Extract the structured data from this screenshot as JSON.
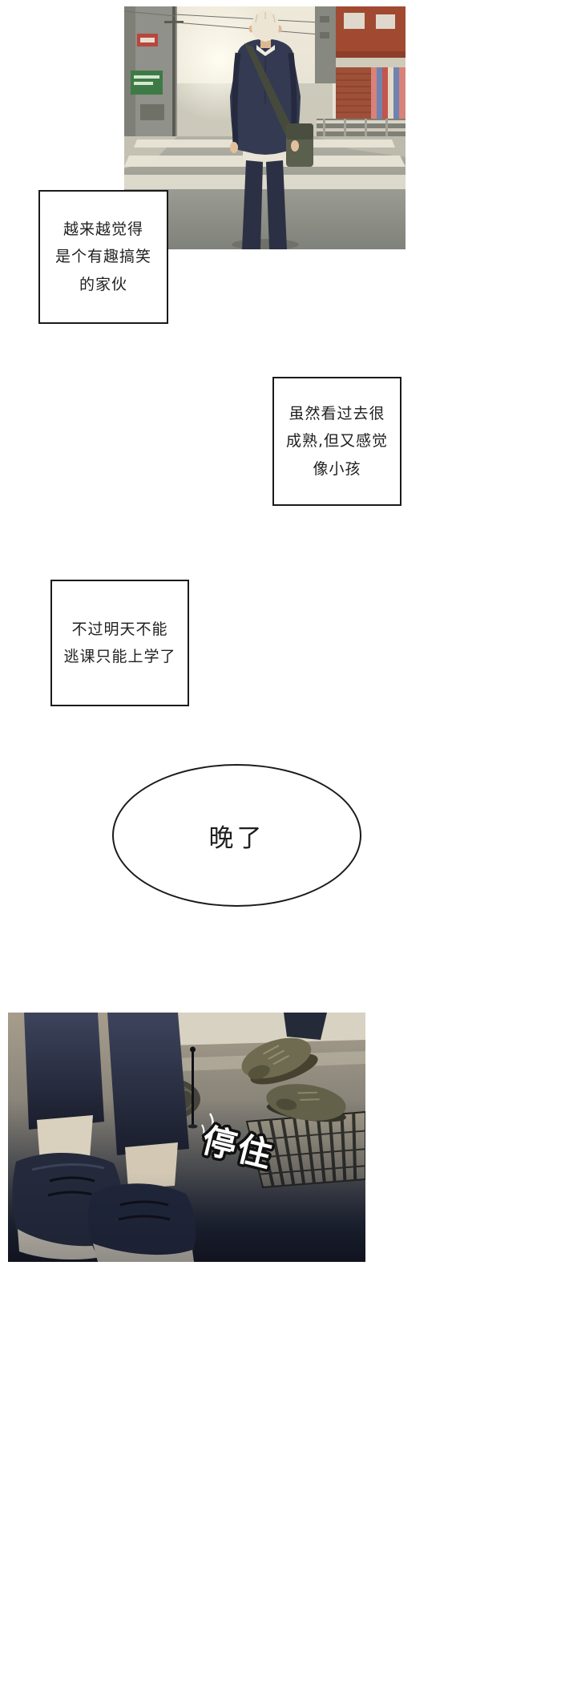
{
  "narration": {
    "box1": {
      "lines": [
        "越来越觉得",
        "是个有趣搞笑",
        "的家伙"
      ]
    },
    "box2": {
      "lines": [
        "虽然看过去很",
        "成熟,但又感觉",
        "像小孩"
      ]
    },
    "box3": {
      "lines": [
        "不过明天不能",
        "逃课只能上学了"
      ]
    }
  },
  "speech": {
    "bubble1": {
      "text": "晚了"
    }
  },
  "sfx": {
    "stop": {
      "text": "停住"
    }
  },
  "palette": {
    "paper": "#ffffff",
    "ink": "#1a1a1a",
    "suit_navy": "#343a52",
    "sfx_fill": "#ffffff",
    "sfx_outline": "#101010"
  }
}
